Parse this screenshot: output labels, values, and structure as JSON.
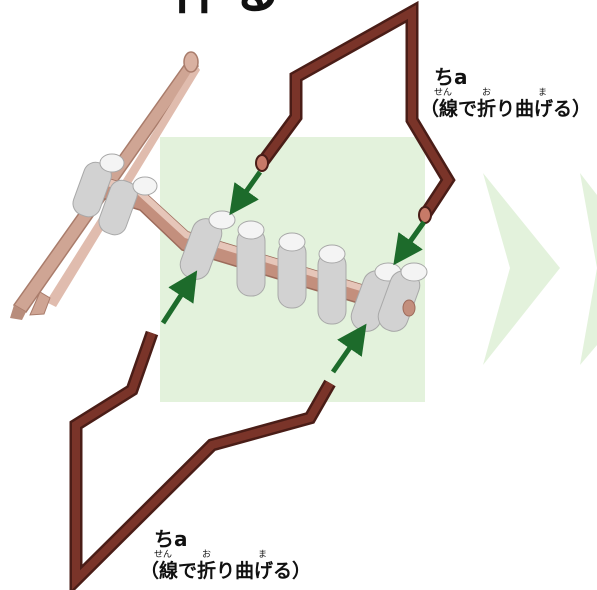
{
  "heading_partial": "作る",
  "labels": {
    "top": {
      "code": "ちa",
      "description": "（線で折り曲げる）",
      "ruby": {
        "sen": "せん",
        "ori": "お",
        "ma": "ま"
      }
    },
    "bottom": {
      "code": "ちa",
      "description": "（線で折り曲げる）",
      "ruby": {
        "sen": "せん",
        "ori": "お",
        "ma": "ま"
      }
    }
  },
  "colors": {
    "background": "#ffffff",
    "highlight_square": "#e3f2dc",
    "wire": "#6b2d24",
    "wire_dark": "#4a1d17",
    "wire_light": "#b8604e",
    "tube": "#d2d2d2",
    "tube_light": "#f4f4f4",
    "bar": "#c38f7d",
    "bar_light": "#e6c6b9",
    "tweezers": "#cfa594",
    "arrow": "#1d6b2b",
    "next_chevron": "#e3f2dc"
  }
}
